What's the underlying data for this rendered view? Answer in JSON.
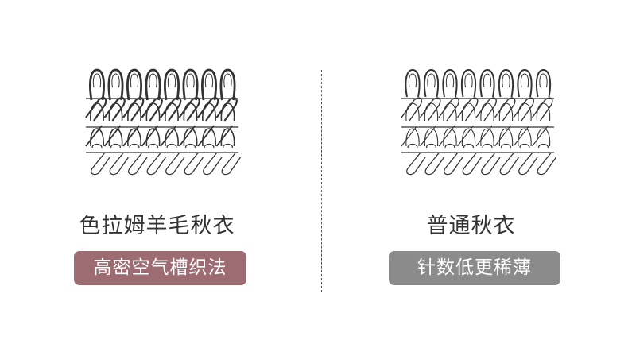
{
  "left": {
    "title": "色拉姆羊毛秋衣",
    "badge": "高密空气槽织法",
    "badge_color": "#9d6b72",
    "density": "dense"
  },
  "right": {
    "title": "普通秋衣",
    "badge": "针数低更稀薄",
    "badge_color": "#8b8b8b",
    "density": "sparse"
  }
}
